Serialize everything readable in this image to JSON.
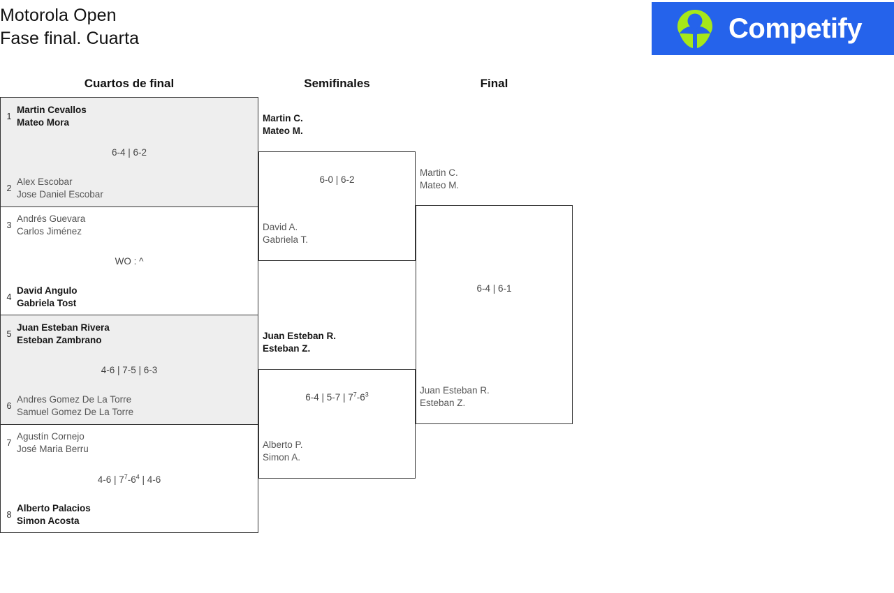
{
  "header": {
    "title_line1": "Motorola Open",
    "title_line2": "Fase final. Cuarta",
    "title": "Motorola Open\nFase final. Cuarta",
    "logo_text": "Competify",
    "logo_bg": "#2563eb",
    "logo_mark_color": "#a6e71a",
    "logo_icon": "person-circle-icon"
  },
  "colors": {
    "winner_text": "#151515",
    "loser_text": "#555555",
    "box_border": "#333333",
    "shaded_bg": "#eeeeee",
    "page_bg": "#ffffff"
  },
  "rounds": [
    {
      "name": "Cuartos de final"
    },
    {
      "name": "Semifinales"
    },
    {
      "name": "Final"
    }
  ],
  "quarterfinals": [
    {
      "shaded": true,
      "top": {
        "seed": "1",
        "player1": "Martin Cevallos",
        "player2": "Mateo Mora",
        "winner": true
      },
      "bottom": {
        "seed": "2",
        "player1": "Alex Escobar",
        "player2": "Jose Daniel Escobar",
        "winner": false
      },
      "score": "6-4 | 6-2",
      "score_parts": [
        {
          "text": "6-4 | 6-2",
          "sup": ""
        }
      ]
    },
    {
      "shaded": false,
      "top": {
        "seed": "3",
        "player1": "Andrés Guevara",
        "player2": "Carlos Jiménez",
        "winner": false
      },
      "bottom": {
        "seed": "4",
        "player1": "David Angulo",
        "player2": "Gabriela Tost",
        "winner": true
      },
      "score": "WO : ^",
      "score_parts": [
        {
          "text": "WO : ^",
          "sup": ""
        }
      ]
    },
    {
      "shaded": true,
      "top": {
        "seed": "5",
        "player1": "Juan Esteban Rivera",
        "player2": "Esteban Zambrano",
        "winner": true
      },
      "bottom": {
        "seed": "6",
        "player1": "Andres Gomez De La Torre",
        "player2": "Samuel Gomez De La Torre",
        "winner": false
      },
      "score": "4-6 | 7-5 | 6-3",
      "score_parts": [
        {
          "text": "4-6 | 7-5 | 6-3",
          "sup": ""
        }
      ]
    },
    {
      "shaded": false,
      "top": {
        "seed": "7",
        "player1": "Agustín Cornejo",
        "player2": "José Maria Berru",
        "winner": false
      },
      "bottom": {
        "seed": "8",
        "player1": "Alberto Palacios",
        "player2": "Simon Acosta",
        "winner": true
      },
      "score": "4-6 | 7⁷-6⁴ | 4-6",
      "score_parts": [
        {
          "text": "4-6 | 7",
          "sup": "7"
        },
        {
          "text": "-6",
          "sup": "4"
        },
        {
          "text": " | 4-6",
          "sup": ""
        }
      ]
    }
  ],
  "semifinals": [
    {
      "top": {
        "player1": "Martin C.",
        "player2": "Mateo M.",
        "winner": true
      },
      "bottom": {
        "player1": "David A.",
        "player2": "Gabriela T.",
        "winner": false
      },
      "score": "6-0 | 6-2",
      "score_parts": [
        {
          "text": "6-0 | 6-2",
          "sup": ""
        }
      ]
    },
    {
      "top": {
        "player1": "Juan Esteban R.",
        "player2": "Esteban Z.",
        "winner": true
      },
      "bottom": {
        "player1": "Alberto P.",
        "player2": "Simon A.",
        "winner": false
      },
      "score": "6-4 | 5-7 | 7⁷-6³",
      "score_parts": [
        {
          "text": "6-4 | 5-7 | 7",
          "sup": "7"
        },
        {
          "text": "-6",
          "sup": "3"
        }
      ]
    }
  ],
  "final": {
    "top": {
      "player1": "Martin C.",
      "player2": "Mateo M.",
      "winner": false
    },
    "bottom": {
      "player1": "Juan Esteban R.",
      "player2": "Esteban Z.",
      "winner": false
    },
    "score": "6-4 | 6-1",
    "score_parts": [
      {
        "text": "6-4 | 6-1",
        "sup": ""
      }
    ]
  }
}
